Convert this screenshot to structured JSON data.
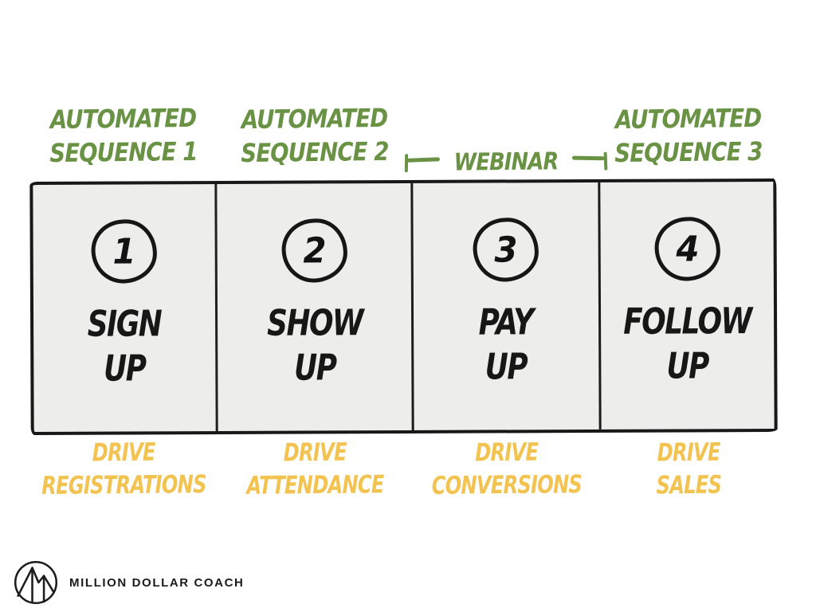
{
  "colors": {
    "green": "#6a9245",
    "yellow": "#f2c351",
    "box_fill": "#ededec",
    "ink": "#1a1a1a"
  },
  "top_labels": [
    {
      "line1": "AUTOMATED",
      "line2": "SEQUENCE 1"
    },
    {
      "line1": "AUTOMATED",
      "line2": "SEQUENCE 2"
    },
    {
      "text": "WEBINAR"
    },
    {
      "line1": "AUTOMATED",
      "line2": "SEQUENCE 3"
    }
  ],
  "steps": [
    {
      "number": "1",
      "line1": "SIGN",
      "line2": "UP"
    },
    {
      "number": "2",
      "line1": "SHOW",
      "line2": "UP"
    },
    {
      "number": "3",
      "line1": "PAY",
      "line2": "UP"
    },
    {
      "number": "4",
      "line1": "FOLLOW",
      "line2": "UP"
    }
  ],
  "bottom_labels": [
    {
      "line1": "DRIVE",
      "line2": "REGISTRATIONS"
    },
    {
      "line1": "DRIVE",
      "line2": "ATTENDANCE"
    },
    {
      "line1": "DRIVE",
      "line2": "CONVERSIONS"
    },
    {
      "line1": "DRIVE",
      "line2": "SALES"
    }
  ],
  "footer": {
    "brand": "MILLION DOLLAR COACH",
    "logo_icon": "mountain-peaks-circle-logo"
  }
}
